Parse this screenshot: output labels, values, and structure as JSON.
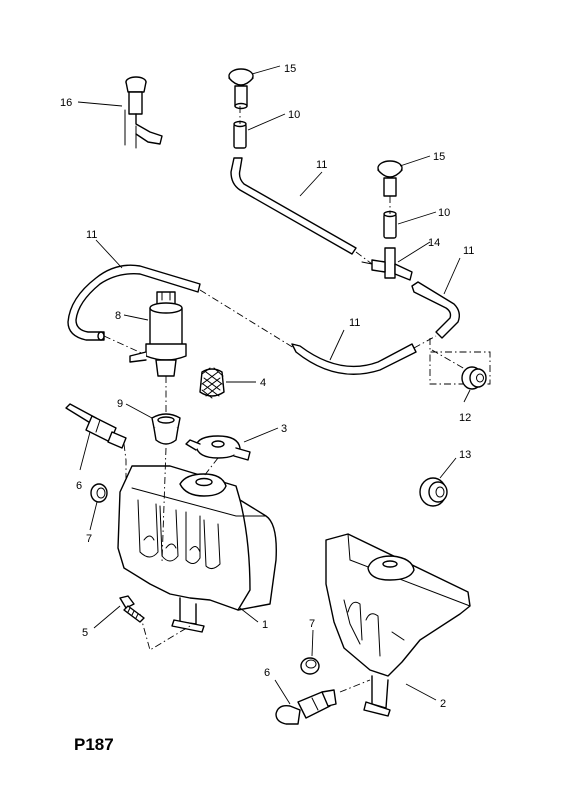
{
  "diagram_code": "P187",
  "callouts": {
    "c1": "1",
    "c2": "2",
    "c3": "3",
    "c4": "4",
    "c5": "5",
    "c6a": "6",
    "c6b": "6",
    "c7a": "7",
    "c7b": "7",
    "c8": "8",
    "c9": "9",
    "c10a": "10",
    "c10b": "10",
    "c11a": "11",
    "c11b": "11",
    "c11c": "11",
    "c11d": "11",
    "c12": "12",
    "c13": "13",
    "c14": "14",
    "c15a": "15",
    "c15b": "15",
    "c16": "16"
  }
}
